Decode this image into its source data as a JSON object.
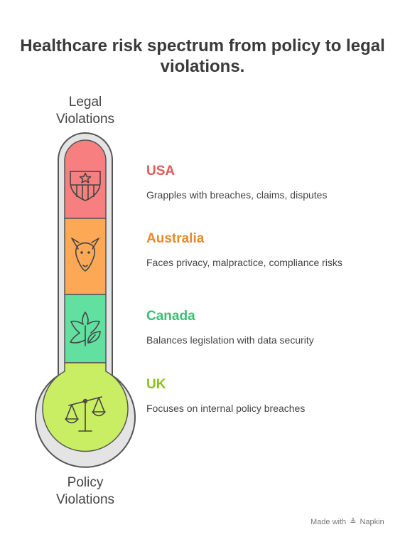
{
  "title": "Healthcare risk spectrum from policy to legal violations.",
  "top_label": [
    "Legal",
    "Violations"
  ],
  "bottom_label": [
    "Policy",
    "Violations"
  ],
  "rows": [
    {
      "name": "USA",
      "desc": "Grapples with breaches, claims, disputes",
      "color": "#e05a5a",
      "icon": "shield-star-icon"
    },
    {
      "name": "Australia",
      "desc": "Faces privacy, malpractice, compliance risks",
      "color": "#e98a2e",
      "icon": "kangaroo-icon"
    },
    {
      "name": "Canada",
      "desc": "Balances legislation with data security",
      "color": "#3bbf73",
      "icon": "maple-leaf-icon"
    },
    {
      "name": "UK",
      "desc": "Focuses on internal policy breaches",
      "color": "#8cbf26",
      "icon": "scales-icon"
    }
  ],
  "footer": {
    "made_with": "Made with",
    "brand": "Napkin"
  }
}
